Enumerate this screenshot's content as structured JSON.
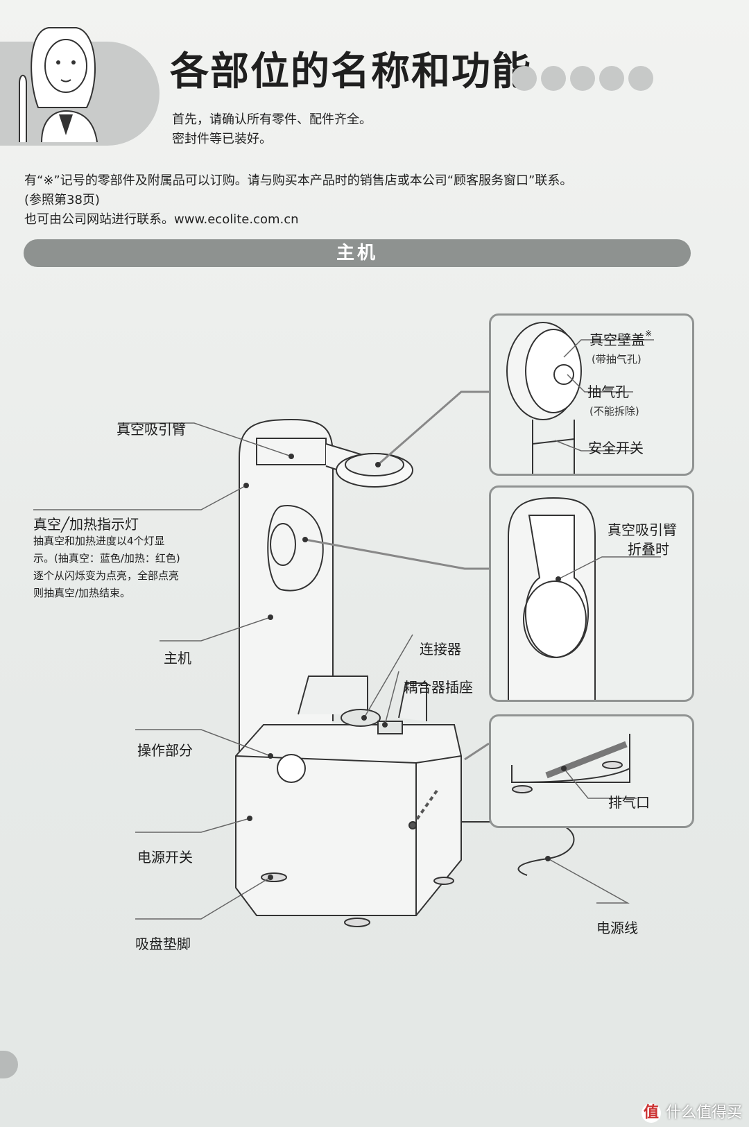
{
  "header": {
    "title": "各部位的名称和功能",
    "intro_line1": "首先，请确认所有零件、配件齐全。",
    "intro_line2": "密封件等已装好。"
  },
  "notice": {
    "line1": "有“※”记号的零部件及附属品可以订购。请与购买本产品时的销售店或本公司“顾客服务窗口”联系。",
    "line2": "(参照第38页)",
    "line3": "也可由公司网站进行联系。www.ecolite.com.cn"
  },
  "section": {
    "title": "主机"
  },
  "labels": {
    "vacuum_arm": "真空吸引臂",
    "indicator_title": "真空╱加热指示灯",
    "indicator_desc1": "抽真空和加热进度以4个灯显",
    "indicator_desc2": "示。(抽真空：蓝色/加热：红色)",
    "indicator_desc3": "逐个从闪烁变为点亮，全部点亮",
    "indicator_desc4": "则抽真空/加热结束。",
    "main_unit": "主机",
    "control_panel": "操作部分",
    "power_switch": "电源开关",
    "suction_feet": "吸盘垫脚",
    "connector": "连接器",
    "coupler_socket": "耦合器插座",
    "power_cord": "电源线"
  },
  "callout_top": {
    "cover": "真空壁盖",
    "cover_mark": "※",
    "cover_sub": "(带抽气孔)",
    "hole": "抽气孔",
    "hole_sub": "(不能拆除)",
    "safety_switch": "安全开关"
  },
  "callout_middle": {
    "line1": "真空吸引臂",
    "line2": "折叠时"
  },
  "callout_bottom": {
    "exhaust": "排气口"
  },
  "footer": {
    "brand": "什么值得买"
  }
}
